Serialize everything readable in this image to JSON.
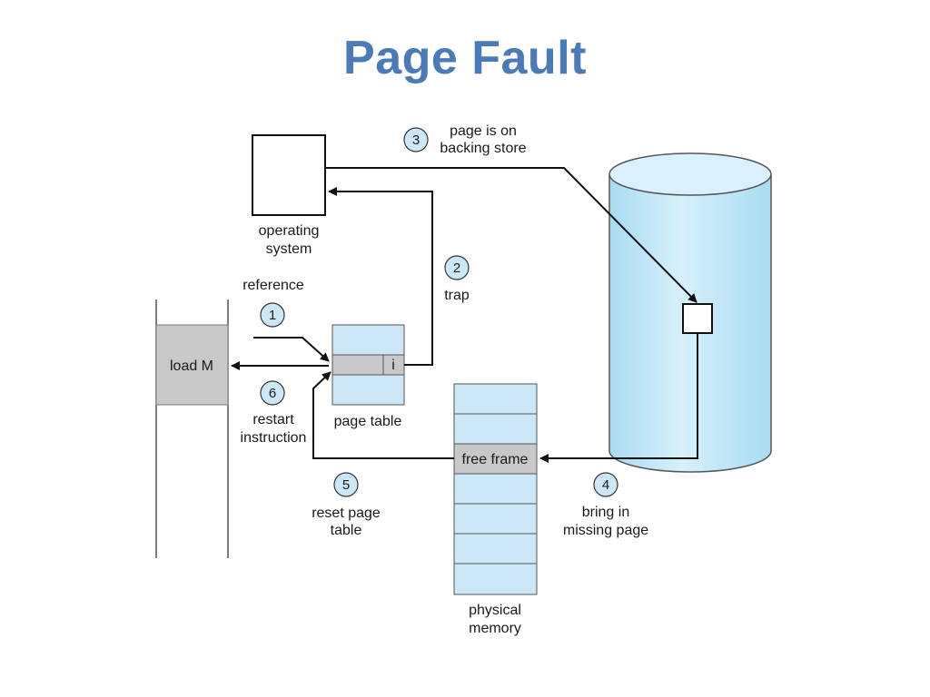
{
  "title": "Page Fault",
  "labels": {
    "operating_system": [
      "operating",
      "system"
    ],
    "reference": "reference",
    "trap": "trap",
    "page_on_backing_store": [
      "page is on",
      "backing store"
    ],
    "load_m": "load M",
    "page_table": "page table",
    "page_table_entry_bit": "i",
    "restart_instruction": [
      "restart",
      "instruction"
    ],
    "reset_page_table": [
      "reset page",
      "table"
    ],
    "free_frame": "free frame",
    "bring_in_missing_page": [
      "bring in",
      "missing page"
    ],
    "physical_memory": [
      "physical",
      "memory"
    ]
  },
  "steps": {
    "reference": "1",
    "trap": "2",
    "backing_store": "3",
    "bring_in": "4",
    "reset": "5",
    "restart": "6"
  },
  "colors": {
    "title": "#4a7ab8",
    "light_blue": "#cce8f6",
    "gray": "#c8c8c8",
    "line": "#111111"
  }
}
